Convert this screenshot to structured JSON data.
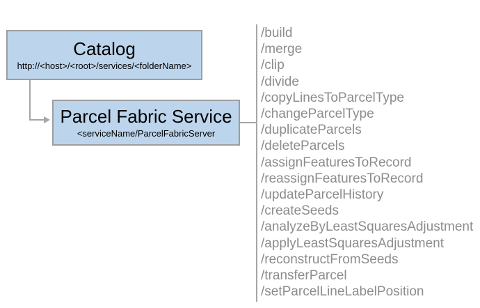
{
  "diagram": {
    "catalog_box": {
      "title": "Catalog",
      "subtitle": "http://<host>/<root>/services/<folderName>"
    },
    "service_box": {
      "title": "Parcel Fabric Service",
      "subtitle": "<serviceName/ParcelFabricServer"
    },
    "operations": [
      "/build",
      "/merge",
      "/clip",
      "/divide",
      "/copyLinesToParcelType",
      "/changeParcelType",
      "/duplicateParcels",
      "/deleteParcels",
      "/assignFeaturesToRecord",
      "/reassignFeaturesToRecord",
      "/updateParcelHistory",
      "/createSeeds",
      "/analyzeByLeastSquaresAdjustment",
      "/applyLeastSquaresAdjustment",
      "/reconstructFromSeeds",
      "/transferParcel",
      "/setParcelLineLabelPosition"
    ],
    "colors": {
      "box_fill": "#BCD5EC",
      "box_border": "#9E9E9E",
      "connector": "#A6A6A6",
      "list_text": "#8C8C8C",
      "title_text": "#000000"
    }
  }
}
